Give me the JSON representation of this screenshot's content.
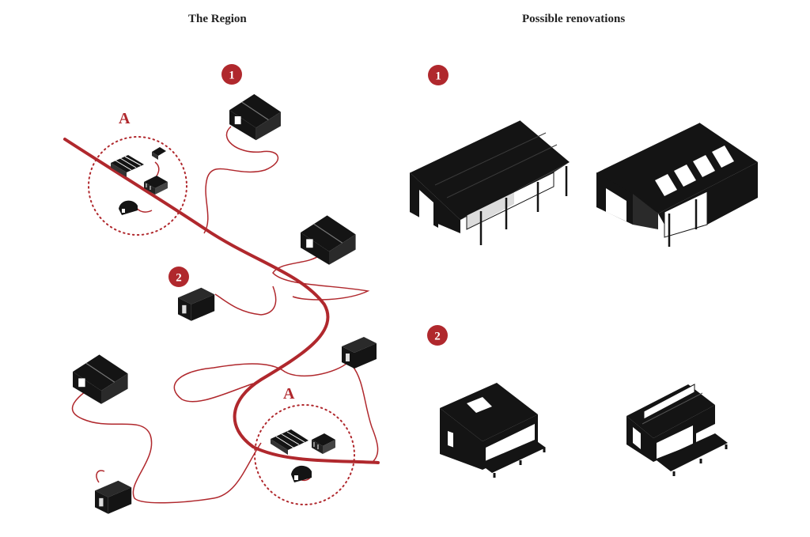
{
  "headings": {
    "region": "The Region",
    "renovations": "Possible renovations"
  },
  "markers": {
    "one": "1",
    "two": "2",
    "zone": "A"
  },
  "colors": {
    "accent": "#b0282d",
    "building": "#141414"
  }
}
